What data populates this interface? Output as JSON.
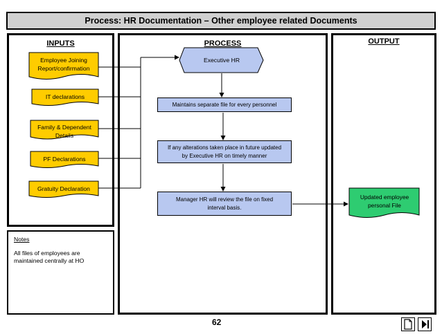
{
  "title": "Process: HR Documentation – Other employee related Documents",
  "columns": {
    "inputs": "INPUTS",
    "process": "PROCESS",
    "output": "OUTPUT"
  },
  "inputs": [
    {
      "label": "Employee Joining Report/confirmation"
    },
    {
      "label": "IT declarations"
    },
    {
      "label": "Family & Dependent Details"
    },
    {
      "label": "PF Declarations"
    },
    {
      "label": "Gratuity Declaration"
    }
  ],
  "process": {
    "start": "Executive HR",
    "steps": [
      "Maintains separate file for every personnel",
      "If any alterations taken place in future updated by Executive HR on timely manner",
      "Manager HR will  review the file on fixed interval basis."
    ]
  },
  "output": {
    "label": "Updated employee personal File"
  },
  "notes": {
    "heading": "Notes",
    "text": "All files of employees are maintained centrally at HO"
  },
  "page_number": "62",
  "nav_icons": [
    "document-icon",
    "next-page-icon"
  ],
  "colors": {
    "input_doc": "#ffcc00",
    "process_box": "#b8c8f0",
    "output_doc": "#2ecc71",
    "title_bg": "#d0d0d0"
  }
}
